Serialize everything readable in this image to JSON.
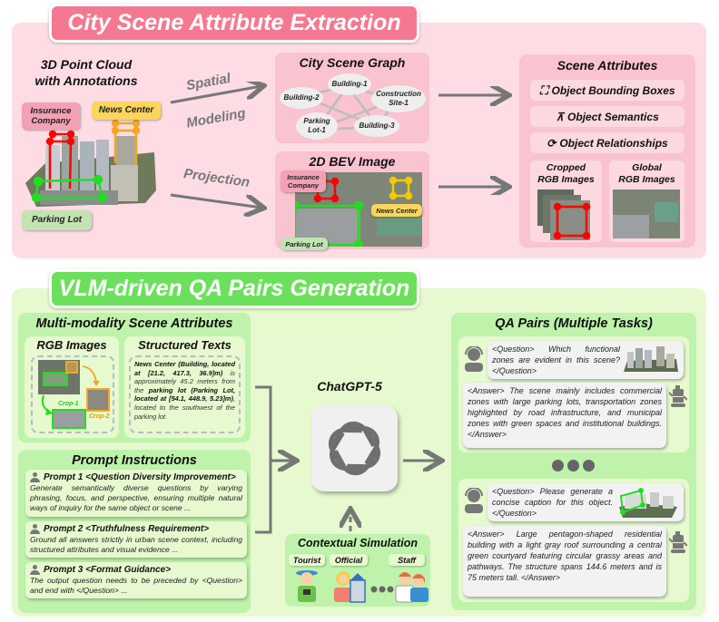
{
  "top_section": {
    "banner_title": "City Scene Attribute Extraction",
    "point_cloud": {
      "title_line1": "3D Point Cloud",
      "title_line2": "with Annotations",
      "tags": [
        {
          "label_line1": "Insurance",
          "label_line2": "Company",
          "color": "#f3a1b4"
        },
        {
          "label": "News Center",
          "color": "#fcd55c"
        },
        {
          "label": "Parking Lot",
          "color": "#c3e3b3"
        }
      ]
    },
    "arrows": {
      "spatial_line1": "Spatial",
      "spatial_line2": "Modeling",
      "projection": "Projection"
    },
    "scene_graph": {
      "title": "City Scene Graph",
      "nodes": [
        {
          "line1": "Building-1",
          "line2": ""
        },
        {
          "line1": "Building-2",
          "line2": ""
        },
        {
          "line1": "Construction",
          "line2": "Site-1"
        },
        {
          "line1": "Parking",
          "line2": "Lot-1"
        },
        {
          "line1": "Building-3",
          "line2": ""
        }
      ]
    },
    "bev_image": {
      "title": "2D BEV Image",
      "tags": [
        {
          "label_line1": "Insurance",
          "label_line2": "Company"
        },
        {
          "label": "News Center"
        },
        {
          "label": "Parking Lot"
        }
      ]
    },
    "scene_attributes": {
      "title": "Scene Attributes",
      "items": [
        {
          "label": "Object Bounding Boxes",
          "icon": "bounding-box-icon"
        },
        {
          "label": "Object Semantics",
          "icon": "hierarchy-icon"
        },
        {
          "label": "Object Relationships",
          "icon": "cycle-icon"
        }
      ],
      "cropped": {
        "line1": "Cropped",
        "line2": "RGB Images"
      },
      "global": {
        "line1": "Global",
        "line2": "RGB Images"
      }
    }
  },
  "bottom_section": {
    "banner_title": "VLM-driven QA Pairs Generation",
    "multimodality": {
      "title": "Multi-modality Scene Attributes",
      "rgb_title": "RGB Images",
      "crop1": "Crop-1",
      "crop2": "Crop-2",
      "texts_title": "Structured Texts",
      "structured_text": {
        "bold1": "News Center (Building, located at [21.2, 417.3, 36.9]m)",
        "plain1": " is approximately 45.2 meters from the ",
        "bold2": "parking lot (Parking Lot, located at [54.1, 448.9, 5.23]m)",
        "plain2": ", located to the southwest of the parking lot."
      }
    },
    "prompts": {
      "title": "Prompt Instructions",
      "items": [
        {
          "header": "Prompt 1 <Question Diversity Improvement>",
          "body": "Generate semantically diverse questions by varying phrasing, focus, and perspective, ensuring multiple natural ways of inquiry for the same object or scene ..."
        },
        {
          "header": "Prompt 2 <Truthfulness Requirement>",
          "body": "Ground all answers strictly in urban scene context, including structured attributes and visual evidence ..."
        },
        {
          "header": "Prompt 3 <Format Guidance>",
          "body": "The output question needs to be preceded by <Question> and end with </Question> ..."
        }
      ]
    },
    "model": {
      "label": "ChatGPT-5",
      "icon": "openai-logo-icon"
    },
    "contextual_simulation": {
      "title": "Contextual Simulation",
      "personas": [
        "Tourist",
        "Official",
        "Staff"
      ]
    },
    "qa_pairs": {
      "title": "QA Pairs (Multiple Tasks)",
      "pairs": [
        {
          "question": "<Question> Which functional zones are evident in this scene? </Question>",
          "answer": "<Answer> The scene mainly includes commercial zones with large parking lots, transportation zones highlighted by road infrastructure, and municipal zones with green spaces and institutional buildings. </Answer>"
        },
        {
          "question": "<Question> Please generate a concise caption for this object. </Question>",
          "answer": "<Answer> Large pentagon-shaped residential building with a light gray roof surrounding a central green courtyard featuring circular grassy areas and pathways. The structure spans 144.6 meters and is 75 meters tall. </Answer>"
        }
      ]
    }
  },
  "colors": {
    "top_banner": "#f57891",
    "top_panel": "#fddde3",
    "bottom_banner": "#6ce05c",
    "bottom_panel": "#e6f9cf",
    "insurance_box": "#ff0000",
    "news_box": "#f5a623",
    "parking_box": "#22dd22",
    "arrow": "#777777"
  }
}
